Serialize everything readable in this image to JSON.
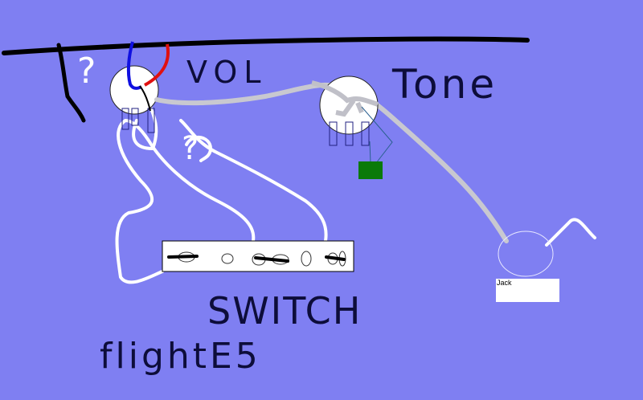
{
  "labels": {
    "volume": "VOL",
    "tone": "Tone",
    "switch": "SWITCH",
    "model": "flightE5",
    "question_mark_1": "?",
    "question_mark_2": "?",
    "jack": "Jack"
  },
  "colors": {
    "background": "#7f7ff2",
    "ground_wire": "#000000",
    "hot_wire_blue": "#1010e0",
    "hot_wire_red": "#e01010",
    "signal_wire": "#c8c8d0",
    "switch_wire": "#ffffff",
    "capacitor": "#0a7a0a"
  }
}
